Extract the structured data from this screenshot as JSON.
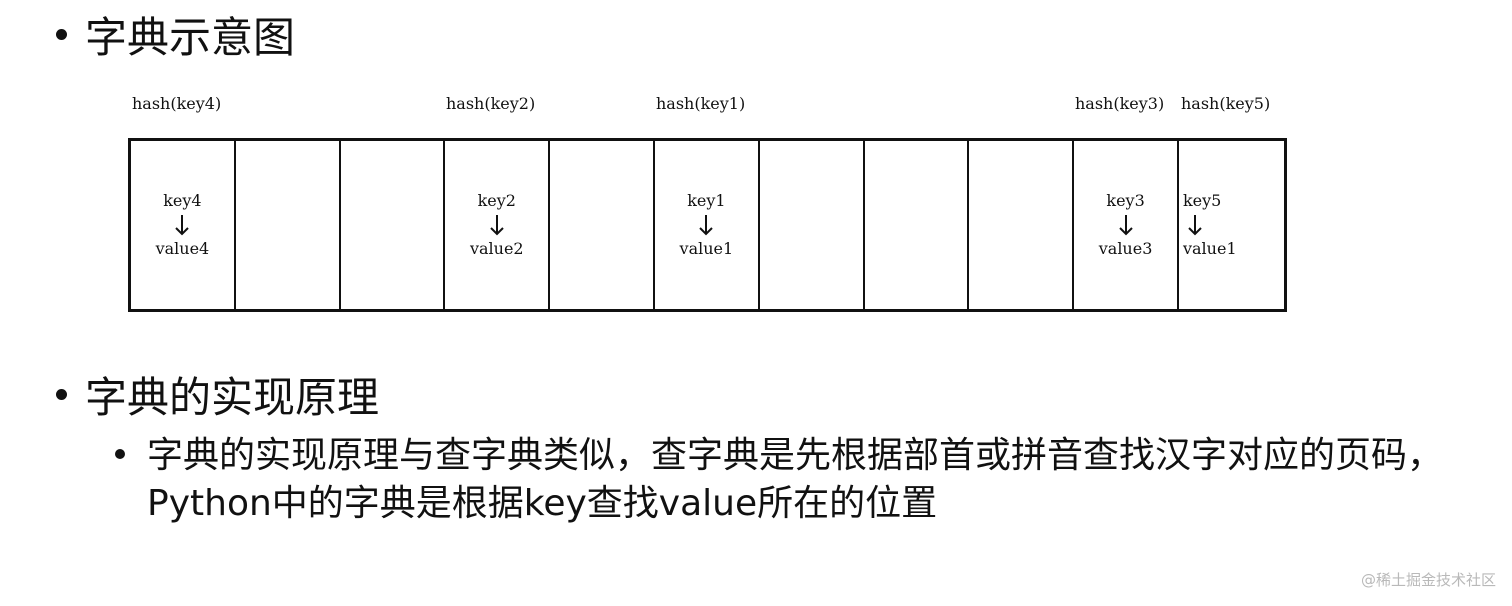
{
  "sections": {
    "first_heading": "字典示意图",
    "second_heading": "字典的实现原理",
    "sub_bullet": "字典的实现原理与查字典类似，查字典是先根据部首或拼音查找汉字对应的页码，Python中的字典是根据key查找value所在的位置"
  },
  "diagram": {
    "hash_labels": [
      "hash(key4)",
      "hash(key2)",
      "hash(key1)",
      "hash(key3)",
      "hash(key5)"
    ],
    "slots": [
      {
        "key": "key4",
        "value": "value4"
      },
      {
        "key": "",
        "value": ""
      },
      {
        "key": "",
        "value": ""
      },
      {
        "key": "key2",
        "value": "value2"
      },
      {
        "key": "",
        "value": ""
      },
      {
        "key": "key1",
        "value": "value1"
      },
      {
        "key": "",
        "value": ""
      },
      {
        "key": "",
        "value": ""
      },
      {
        "key": "",
        "value": ""
      },
      {
        "key": "key3",
        "value": "value3"
      },
      {
        "key": "key5",
        "value": "value1"
      }
    ],
    "arrow_icon": "down-arrow-icon"
  },
  "watermark": "@稀土掘金技术社区",
  "colors": {
    "text": "#111111",
    "border": "#111111",
    "watermark": "#b9b9b9"
  }
}
